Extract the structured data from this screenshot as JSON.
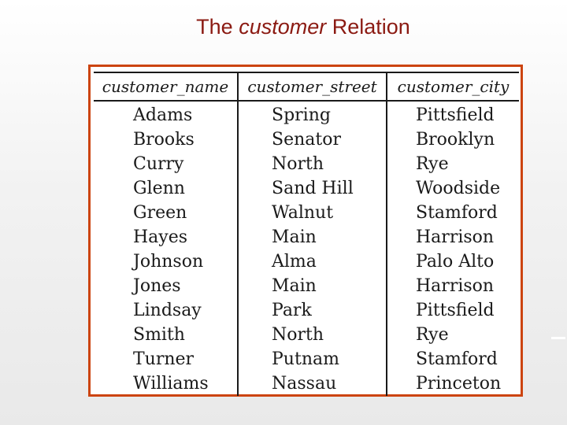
{
  "slide": {
    "title_prefix": "The ",
    "title_emphasis": "customer",
    "title_suffix": " Relation"
  },
  "table": {
    "columns": [
      "customer_name",
      "customer_street",
      "customer_city"
    ],
    "rows": [
      [
        "Adams",
        "Spring",
        "Pittsfield"
      ],
      [
        "Brooks",
        "Senator",
        "Brooklyn"
      ],
      [
        "Curry",
        "North",
        "Rye"
      ],
      [
        "Glenn",
        "Sand Hill",
        "Woodside"
      ],
      [
        "Green",
        "Walnut",
        "Stamford"
      ],
      [
        "Hayes",
        "Main",
        "Harrison"
      ],
      [
        "Johnson",
        "Alma",
        "Palo Alto"
      ],
      [
        "Jones",
        "Main",
        "Harrison"
      ],
      [
        "Lindsay",
        "Park",
        "Pittsfield"
      ],
      [
        "Smith",
        "North",
        "Rye"
      ],
      [
        "Turner",
        "Putnam",
        "Stamford"
      ],
      [
        "Williams",
        "Nassau",
        "Princeton"
      ]
    ]
  },
  "colors": {
    "title": "#8b1a12",
    "frame_border": "#cc4410"
  }
}
